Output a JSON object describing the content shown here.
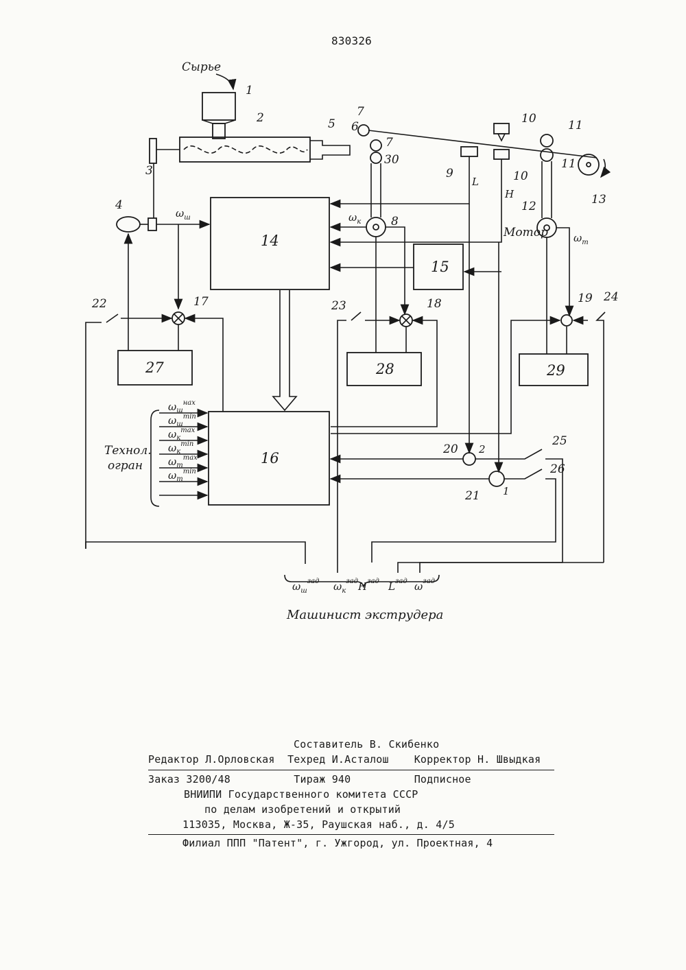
{
  "patent_number": "830326",
  "diagram": {
    "raw_material": "Сырье",
    "motor": "Мотор",
    "operator": "Машинист экструдера",
    "tech_limits": [
      "Технол.",
      "огран"
    ],
    "blocks": {
      "b14": "14",
      "b15": "15",
      "b16": "16",
      "b27": "27",
      "b28": "28",
      "b29": "29"
    },
    "refs": [
      "1",
      "2",
      "3",
      "4",
      "5",
      "6",
      "7",
      "7",
      "30",
      "8",
      "9",
      "10",
      "10",
      "11",
      "11",
      "12",
      "13",
      "17",
      "18",
      "19",
      "20",
      "21",
      "22",
      "23",
      "24",
      "25",
      "26"
    ],
    "signals": {
      "h": "H",
      "l": "L",
      "two": "2",
      "one": "1"
    },
    "omega": "ω",
    "omega_sub": {
      "sh": "ш",
      "k": "к",
      "t": "т"
    },
    "limit_sup": {
      "max": "max",
      "min": "min",
      "nax": "нах"
    },
    "zad": "зад"
  },
  "footer": {
    "compiler": "Составитель В. Скибенко",
    "credits": "Редактор Л.Орловская  Техред И.Асталош    Корректор Н. Швыдкая",
    "order_line": "Заказ 3200/48          Тираж 940          Подписное",
    "org1": "ВНИИПИ Государственного комитета СССР",
    "org2": "по делам изобретений и открытий",
    "address": "113035, Москва, Ж-35, Раушская наб., д. 4/5",
    "branch": "Филиал ППП \"Патент\", г. Ужгород, ул. Проектная, 4"
  }
}
